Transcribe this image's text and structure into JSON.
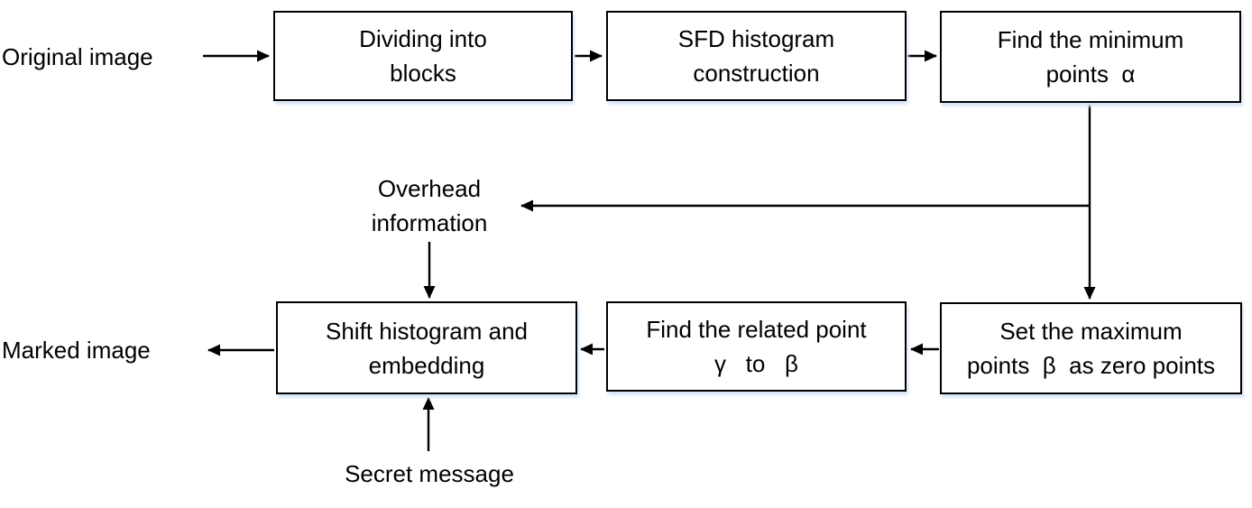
{
  "diagram": {
    "type": "flowchart",
    "nodes": {
      "dividing_into_blocks": {
        "label": "Dividing into\nblocks"
      },
      "sfd_histogram": {
        "label": "SFD histogram\nconstruction"
      },
      "find_minimum_points": {
        "label": "Find the minimum\npoints  α"
      },
      "shift_histogram": {
        "label": "Shift histogram and\nembedding"
      },
      "find_related_point": {
        "label": "Find the related point\nγ   to   β"
      },
      "set_maximum_points": {
        "label": "Set the maximum\npoints  β  as zero points"
      }
    },
    "labels": {
      "original_image": "Original image",
      "marked_image": "Marked image",
      "overhead_information": "Overhead\ninformation",
      "secret_message": "Secret message"
    },
    "edges": [
      {
        "from": "original_image",
        "to": "dividing_into_blocks"
      },
      {
        "from": "dividing_into_blocks",
        "to": "sfd_histogram"
      },
      {
        "from": "sfd_histogram",
        "to": "find_minimum_points"
      },
      {
        "from": "find_minimum_points",
        "to": "overhead_information"
      },
      {
        "from": "find_minimum_points",
        "to": "set_maximum_points"
      },
      {
        "from": "overhead_information",
        "to": "shift_histogram"
      },
      {
        "from": "set_maximum_points",
        "to": "find_related_point"
      },
      {
        "from": "find_related_point",
        "to": "shift_histogram"
      },
      {
        "from": "secret_message",
        "to": "shift_histogram"
      },
      {
        "from": "shift_histogram",
        "to": "marked_image"
      }
    ],
    "colors": {
      "background": "#ffffff",
      "box_fill": "#ffffff",
      "box_border": "#000000",
      "box_shadow": "#d9e7f8",
      "line": "#000000",
      "text": "#000000"
    }
  }
}
